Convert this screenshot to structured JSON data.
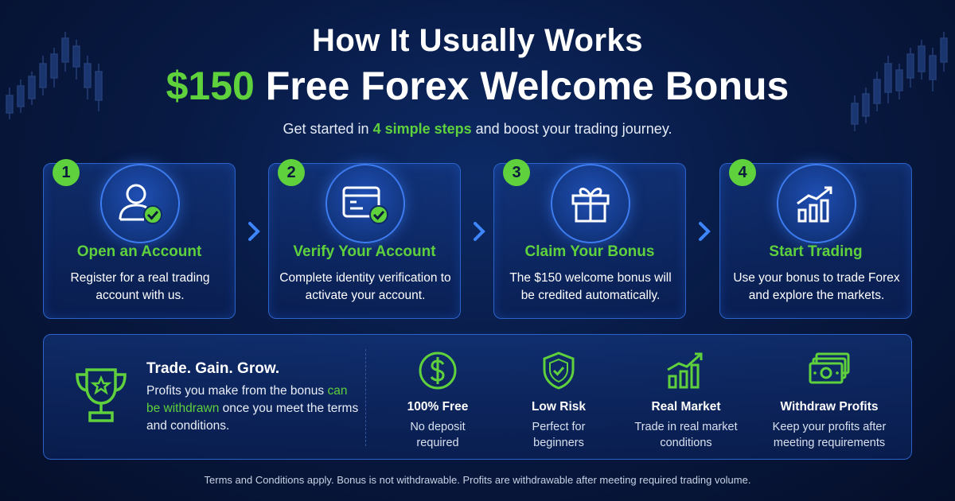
{
  "header": {
    "title_line1": "How It Usually Works",
    "title_amount": "$150",
    "title_rest": "Free Forex Welcome Bonus",
    "subtitle_pre": "Get started in",
    "subtitle_highlight": "4 simple steps",
    "subtitle_post": "and boost your trading journey."
  },
  "steps": [
    {
      "number": "1",
      "icon": "user-check-icon",
      "title": "Open an Account",
      "desc": "Register for a real trading account with us."
    },
    {
      "number": "2",
      "icon": "id-card-check-icon",
      "title": "Verify Your Account",
      "desc": "Complete identity verification to activate your account."
    },
    {
      "number": "3",
      "icon": "gift-icon",
      "title": "Claim Your Bonus",
      "desc": "The $150 welcome bonus will be credited automatically."
    },
    {
      "number": "4",
      "icon": "growth-chart-icon",
      "title": "Start Trading",
      "desc": "Use your bonus to trade Forex and explore the markets."
    }
  ],
  "panel": {
    "title": "Trade. Gain. Grow.",
    "desc_pre": "Profits you make from the bonus",
    "desc_highlight": "can be withdrawn",
    "desc_post": "once you meet the terms and conditions.",
    "features": [
      {
        "icon": "dollar-circle-icon",
        "title": "100% Free",
        "desc": "No deposit required"
      },
      {
        "icon": "shield-check-icon",
        "title": "Low Risk",
        "desc": "Perfect for beginners"
      },
      {
        "icon": "bar-chart-icon",
        "title": "Real Market",
        "desc": "Trade in real market conditions"
      },
      {
        "icon": "money-stack-icon",
        "title": "Withdraw Profits",
        "desc": "Keep your profits after meeting requirements"
      }
    ]
  },
  "footer": "Terms and Conditions apply. Bonus is not withdrawable. Profits are withdrawable after meeting required trading volume.",
  "colors": {
    "accent_green": "#5fd13c",
    "border_blue": "#2c63c8",
    "background_navy": "#081a44"
  }
}
